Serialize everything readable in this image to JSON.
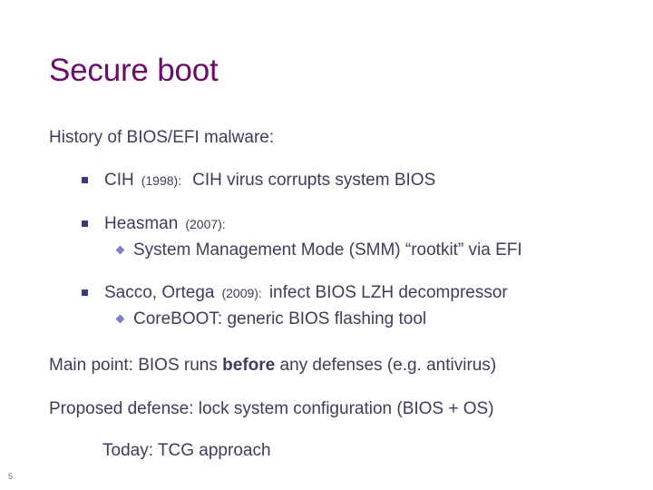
{
  "slide": {
    "title": "Secure boot",
    "title_color": "#6b0b6b",
    "body_color": "#3d3d5c",
    "marker_color": "#3b3b78",
    "sub_marker_color": "#7b82c9",
    "page_number": "5",
    "lead_line": "History of BIOS/EFI malware:",
    "bullets": [
      {
        "name": "cih",
        "label": "CIH",
        "year": "(1998):",
        "description": "CIH virus corrupts system BIOS",
        "sub_items": []
      },
      {
        "name": "heasman",
        "label": "Heasman",
        "year": "(2007):",
        "description": "",
        "sub_items": [
          "System Management Mode (SMM) “rootkit” via EFI"
        ]
      },
      {
        "name": "sacco-ortega",
        "label": "Sacco, Ortega",
        "year": "(2009):",
        "description": "infect BIOS LZH decompressor",
        "sub_items": [
          "CoreBOOT:   generic BIOS flashing tool"
        ]
      }
    ],
    "statements": {
      "main_point_prefix": "Main point:  BIOS runs ",
      "main_point_emphasis": "before",
      "main_point_suffix": " any defenses (e.g. antivirus)",
      "proposed_defense": "Proposed defense:  lock system configuration  (BIOS + OS)",
      "today": "Today:   TCG approach"
    }
  }
}
